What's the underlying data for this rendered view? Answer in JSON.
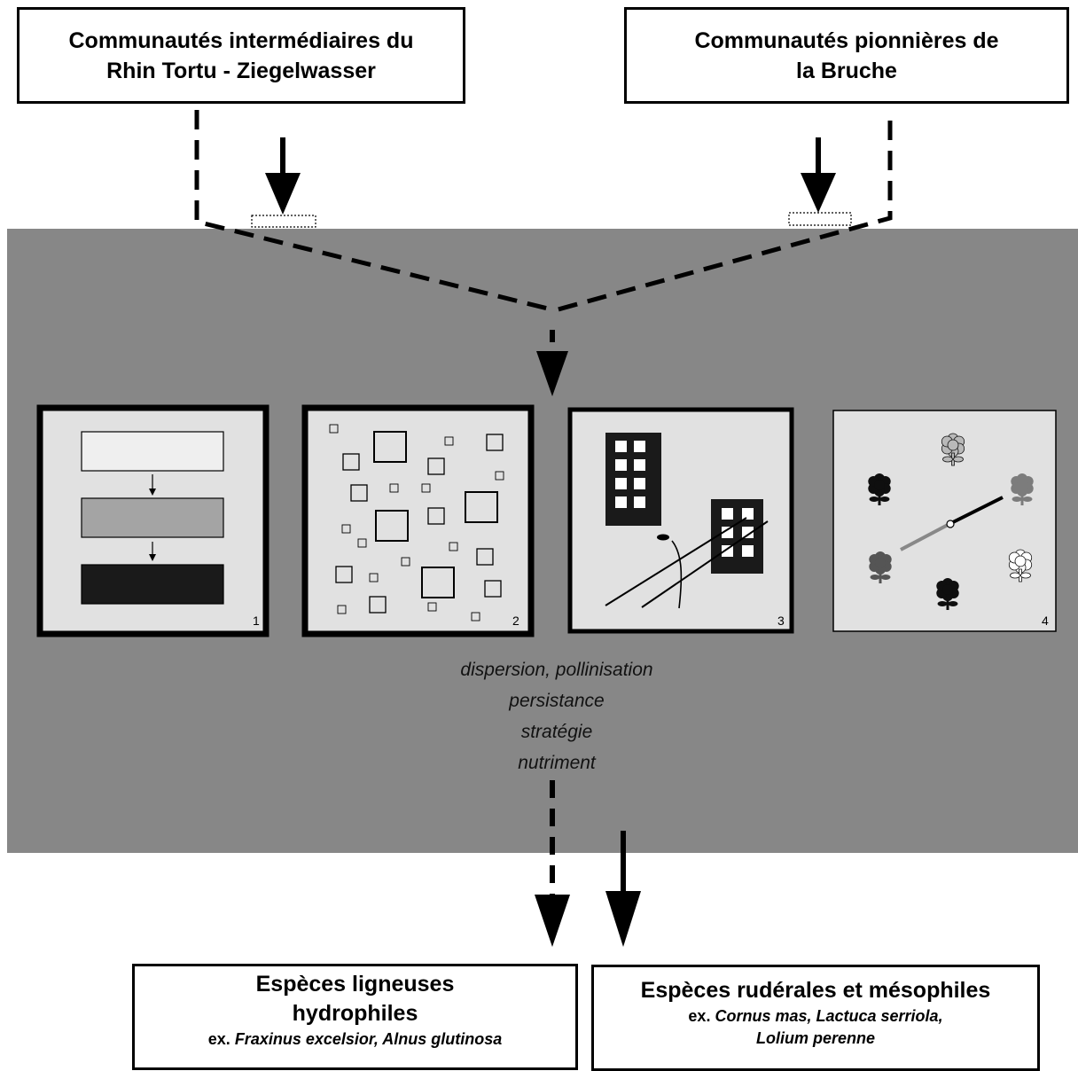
{
  "top_left_box": {
    "line1": "Communautés intermédiaires du",
    "line2": "Rhin Tortu - Ziegelwasser"
  },
  "top_right_box": {
    "line1": "Communautés pionnières de",
    "line2": "la Bruche"
  },
  "panels": [
    {
      "number": "1",
      "icon": "habitat-succession-bars"
    },
    {
      "number": "2",
      "icon": "habitat-patches-squares"
    },
    {
      "number": "3",
      "icon": "urban-buildings-roads"
    },
    {
      "number": "4",
      "icon": "flowers-pollination"
    }
  ],
  "factors": [
    "dispersion, pollinisation",
    "persistance",
    "stratégie",
    "nutriment"
  ],
  "bottom_left_box": {
    "title_line1": "Espèces ligneuses",
    "title_line2": "hydrophiles",
    "ex_prefix": "ex.",
    "species": "Fraxinus excelsior, Alnus glutinosa"
  },
  "bottom_right_box": {
    "title": "Espèces rudérales et mésophiles",
    "ex_prefix": "ex.",
    "species_line1": "Cornus mas, Lactuca serriola,",
    "species_line2": "Lolium perenne"
  },
  "colors": {
    "band": "#878787",
    "panel_bg": "#e1e1e1",
    "ink": "#000000"
  }
}
